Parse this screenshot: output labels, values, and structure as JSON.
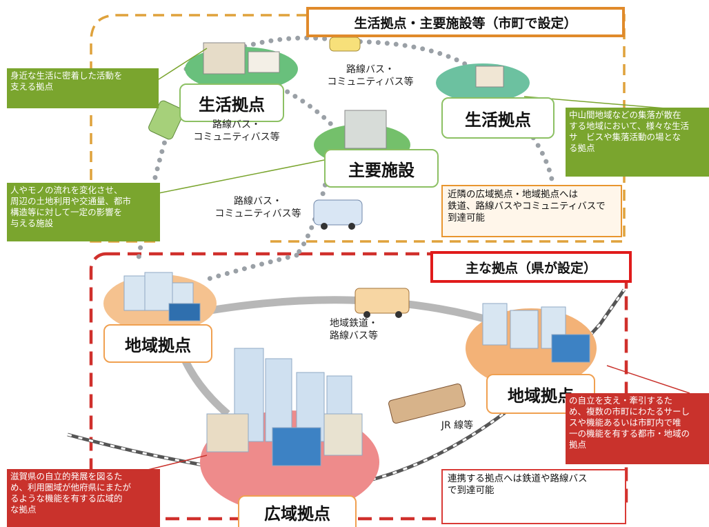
{
  "city_zone": {
    "title": "生活拠点・主要施設等（市町で設定）",
    "border_color": "#e08a2a",
    "nodes": [
      {
        "label": "生活拠点"
      },
      {
        "label": "生活拠点"
      },
      {
        "label": "主要施設"
      }
    ],
    "notes": [
      {
        "text": "身近な生活に密着した活動を\n支える拠点"
      },
      {
        "text": "中山間地域などの集落が散在\nする地域において、様々な生活\nサ　ビスや集落活動の場とな\nる拠点"
      },
      {
        "text": "人やモノの流れを変化させ、\n周辺の土地利用や交通量、都市\n構造等に対して一定の影響を\n与える施設"
      }
    ],
    "access_note": "近隣の広域拠点・地域拠点へは\n鉄道、路線バスやコミュニティバスで\n到達可能"
  },
  "pref_zone": {
    "title": "主な拠点（県が設定）",
    "border_color": "#d6272b",
    "nodes": [
      {
        "label": "地域拠点"
      },
      {
        "label": "地域拠点"
      },
      {
        "label": "広域拠点"
      }
    ],
    "notes": [
      {
        "text": "の自立を支え・牽引するた\nめ、複数の市町にわたるサーし\nスや機能あるいは市町内で唯\n一の機能を有する都市・地域の\n拠点"
      },
      {
        "text": "滋賀県の自立的発展を図るた\nめ、利用圏域が他府県にまたが\nるような機能を有する広域的\nな拠点"
      }
    ],
    "access_note": "連携する拠点へは鉄道や路線バス\nで到達可能"
  },
  "transport_labels": [
    {
      "text": "路線バス・\nコミュニティバス等"
    },
    {
      "text": "路線バス・\nコミュニティバス等"
    },
    {
      "text": "路線バス・\nコミュニティバス等"
    },
    {
      "text": "地域鉄道・\n路線バス等"
    },
    {
      "text": "JR 線等"
    }
  ],
  "icons": {
    "bus": "bus-icon",
    "train": "train-icon",
    "buildings": "buildings-icon"
  }
}
